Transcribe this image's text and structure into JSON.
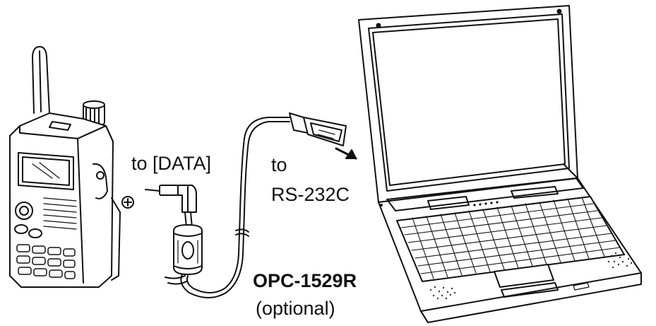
{
  "labels": {
    "radio_port": "to [DATA]",
    "pc_port_line1": "to",
    "pc_port_line2": "RS-232C",
    "cable_model": "OPC-1529R",
    "cable_note": "(optional)"
  },
  "icons": [
    "handheld-radio-icon",
    "laptop-icon",
    "serial-connector-icon",
    "headphone-plug-icon",
    "ferrite-core-icon",
    "arrow-icon"
  ],
  "colors": {
    "line": "#111111",
    "background": "#ffffff"
  }
}
